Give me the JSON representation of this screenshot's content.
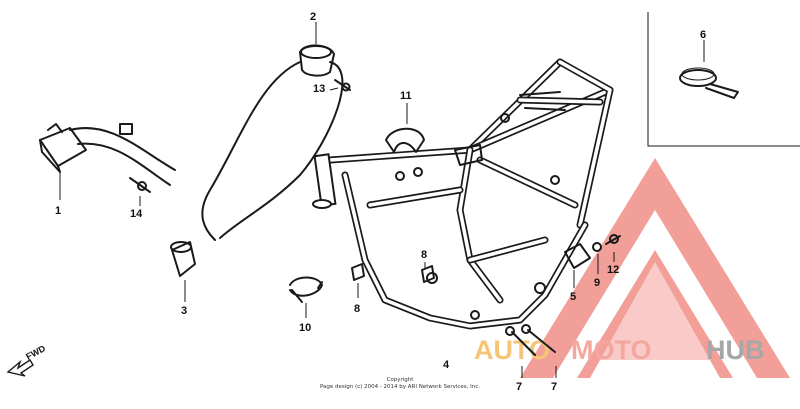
{
  "diagram": {
    "callouts": [
      "1",
      "2",
      "3",
      "4",
      "5",
      "6",
      "7",
      "7",
      "8",
      "8",
      "9",
      "10",
      "11",
      "12",
      "13",
      "14"
    ],
    "direction_label": "FWD",
    "copyright_line1": "Copyright",
    "copyright_line2": "Page design (c) 2004 - 2014 by ARI Network Services, Inc."
  },
  "watermark": {
    "word_auto": "AUTO",
    "word_moto": "MOTO",
    "word_hub": "HUB",
    "colors": {
      "auto": "#f2b24a",
      "moto": "#f08a7f",
      "hub": "#8a8a8a",
      "triangle": "#f07f77"
    }
  }
}
